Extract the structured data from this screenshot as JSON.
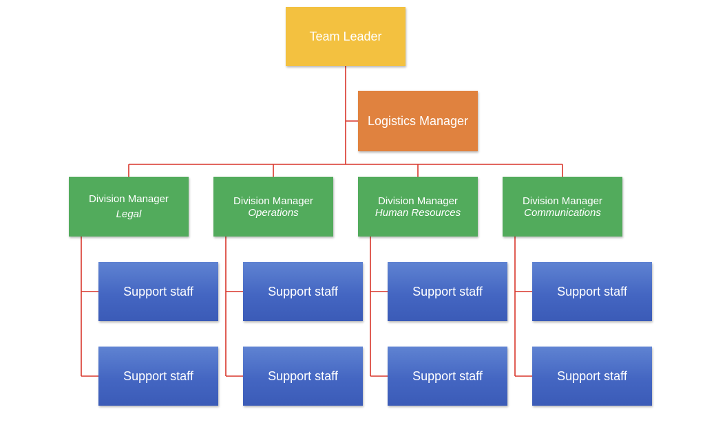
{
  "chart": {
    "root": {
      "label": "Team Leader"
    },
    "assistant": {
      "label": "Logistics Manager"
    },
    "divisions": [
      {
        "title": "Division Manager",
        "department": "Legal",
        "staff": [
          "Support staff",
          "Support staff"
        ]
      },
      {
        "title": "Division Manager",
        "department": "Operations",
        "staff": [
          "Support staff",
          "Support staff"
        ]
      },
      {
        "title": "Division Manager",
        "department": "Human Resources",
        "staff": [
          "Support staff",
          "Support staff"
        ]
      },
      {
        "title": "Division Manager",
        "department": "Communications",
        "staff": [
          "Support staff",
          "Support staff"
        ]
      }
    ]
  },
  "colors": {
    "root": "#f3c140",
    "assistant": "#e0823f",
    "division": "#52ab5c",
    "support": "#4466c2",
    "connector": "#d9352a",
    "text": "#ffffff"
  }
}
